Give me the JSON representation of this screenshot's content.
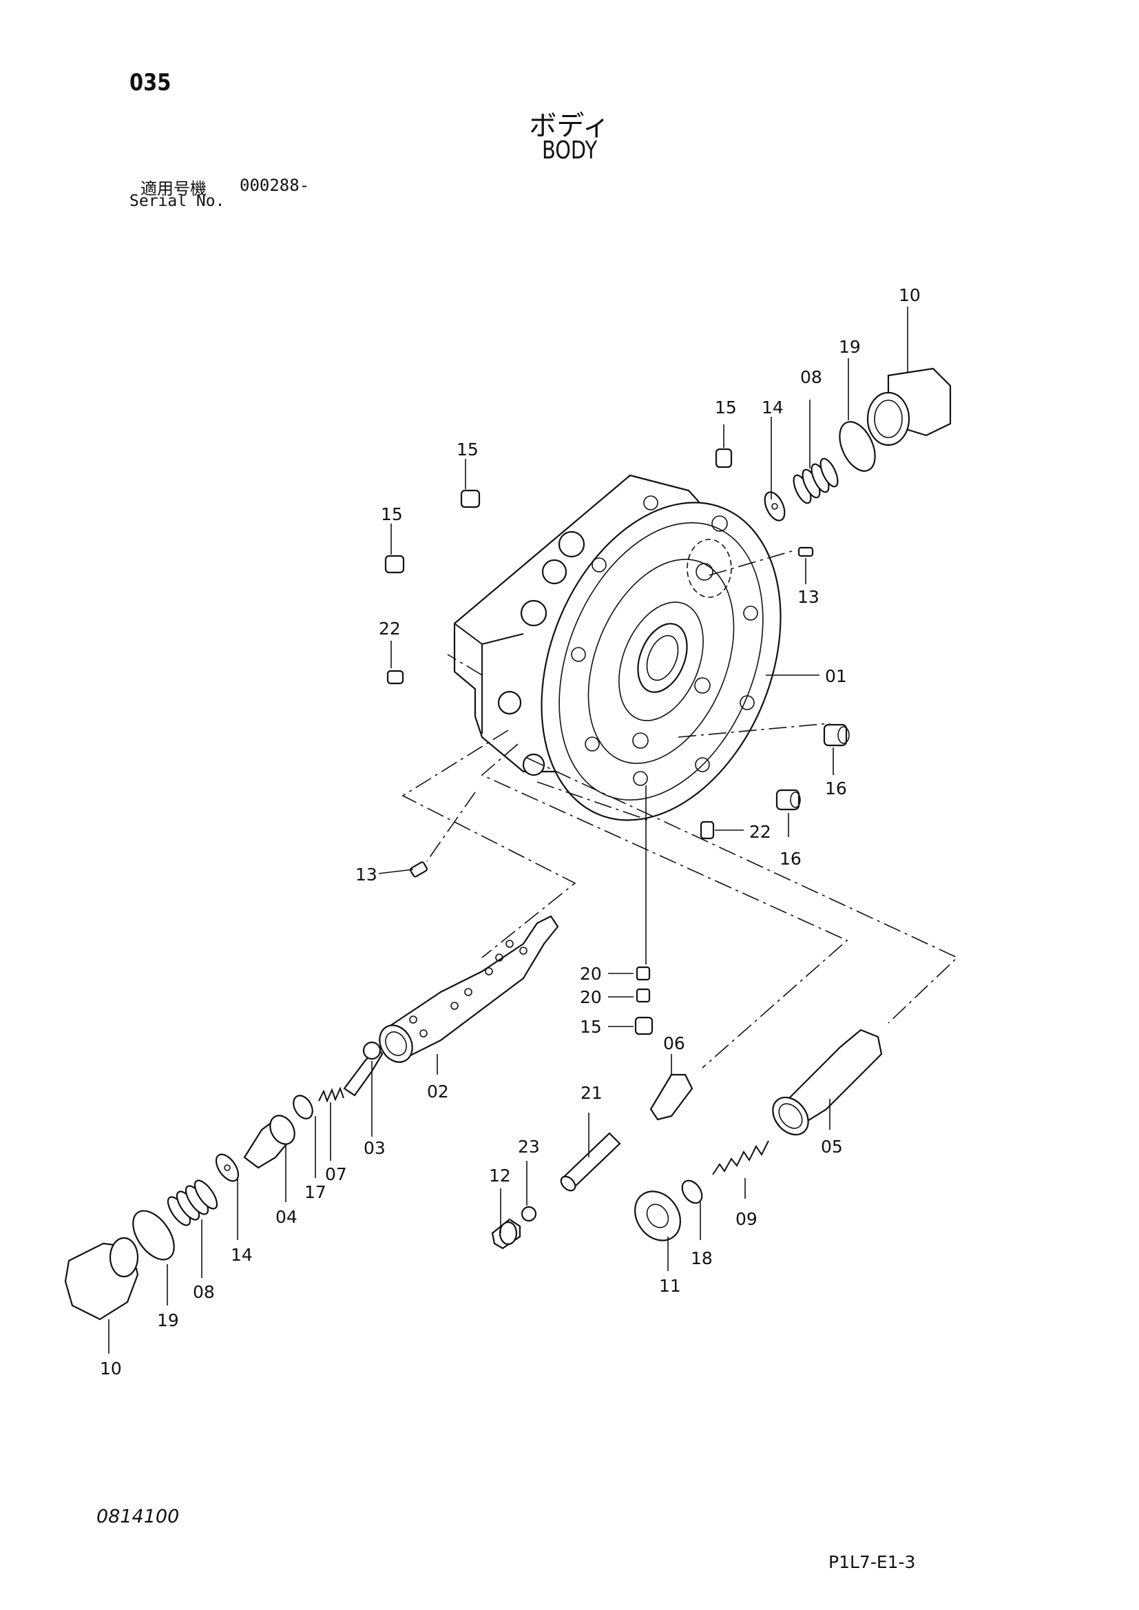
{
  "header": {
    "page_number": "035",
    "title_jp": "ボディ",
    "title_en": "BODY",
    "serial_label_jp": "適用号機",
    "serial_value": "000288-",
    "serial_label_en": "Serial No."
  },
  "footer": {
    "drawing_number": "0814100",
    "sheet_code": "P1L7-E1-3"
  },
  "callouts": {
    "c10_top": "10",
    "c19_top": "19",
    "c08_top": "08",
    "c14_top": "14",
    "c15_a": "15",
    "c15_b": "15",
    "c15_c": "15",
    "c13_a": "13",
    "c22_a": "22",
    "c01": "01",
    "c16_a": "16",
    "c16_b": "16",
    "c22_b": "22",
    "c13_b": "13",
    "c20_a": "20",
    "c20_b": "20",
    "c15_d": "15",
    "c06": "06",
    "c02": "02",
    "c03": "03",
    "c07": "07",
    "c17": "17",
    "c04": "04",
    "c14_b": "14",
    "c08_b": "08",
    "c19_b": "19",
    "c10_b": "10",
    "c21": "21",
    "c23": "23",
    "c12": "12",
    "c05": "05",
    "c09": "09",
    "c18": "18",
    "c11": "11"
  }
}
